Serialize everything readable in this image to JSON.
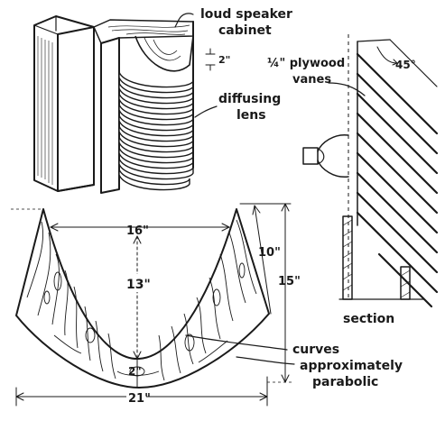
{
  "cabinet_view": {
    "label_cabinet_line1": "loud speaker",
    "label_cabinet_line2": "cabinet",
    "label_spacing": "2\"",
    "label_lens_line1": "diffusing",
    "label_lens_line2": "lens"
  },
  "section_view": {
    "label_vanes_line1": "¼\" plywood",
    "label_vanes_line2": "vanes",
    "label_angle": "45°",
    "label_title": "section"
  },
  "vane_template": {
    "dim_top_width": "16\"",
    "dim_depth": "13\"",
    "dim_bottom_thickness": "2\"",
    "dim_side_height": "10\"",
    "dim_total_height": "15\"",
    "dim_total_width": "21\"",
    "label_curves_line1": "curves",
    "label_curves_line2": "approximately",
    "label_curves_line3": "parabolic"
  },
  "colors": {
    "ink": "#1a1a1a",
    "paper": "#ffffff"
  }
}
